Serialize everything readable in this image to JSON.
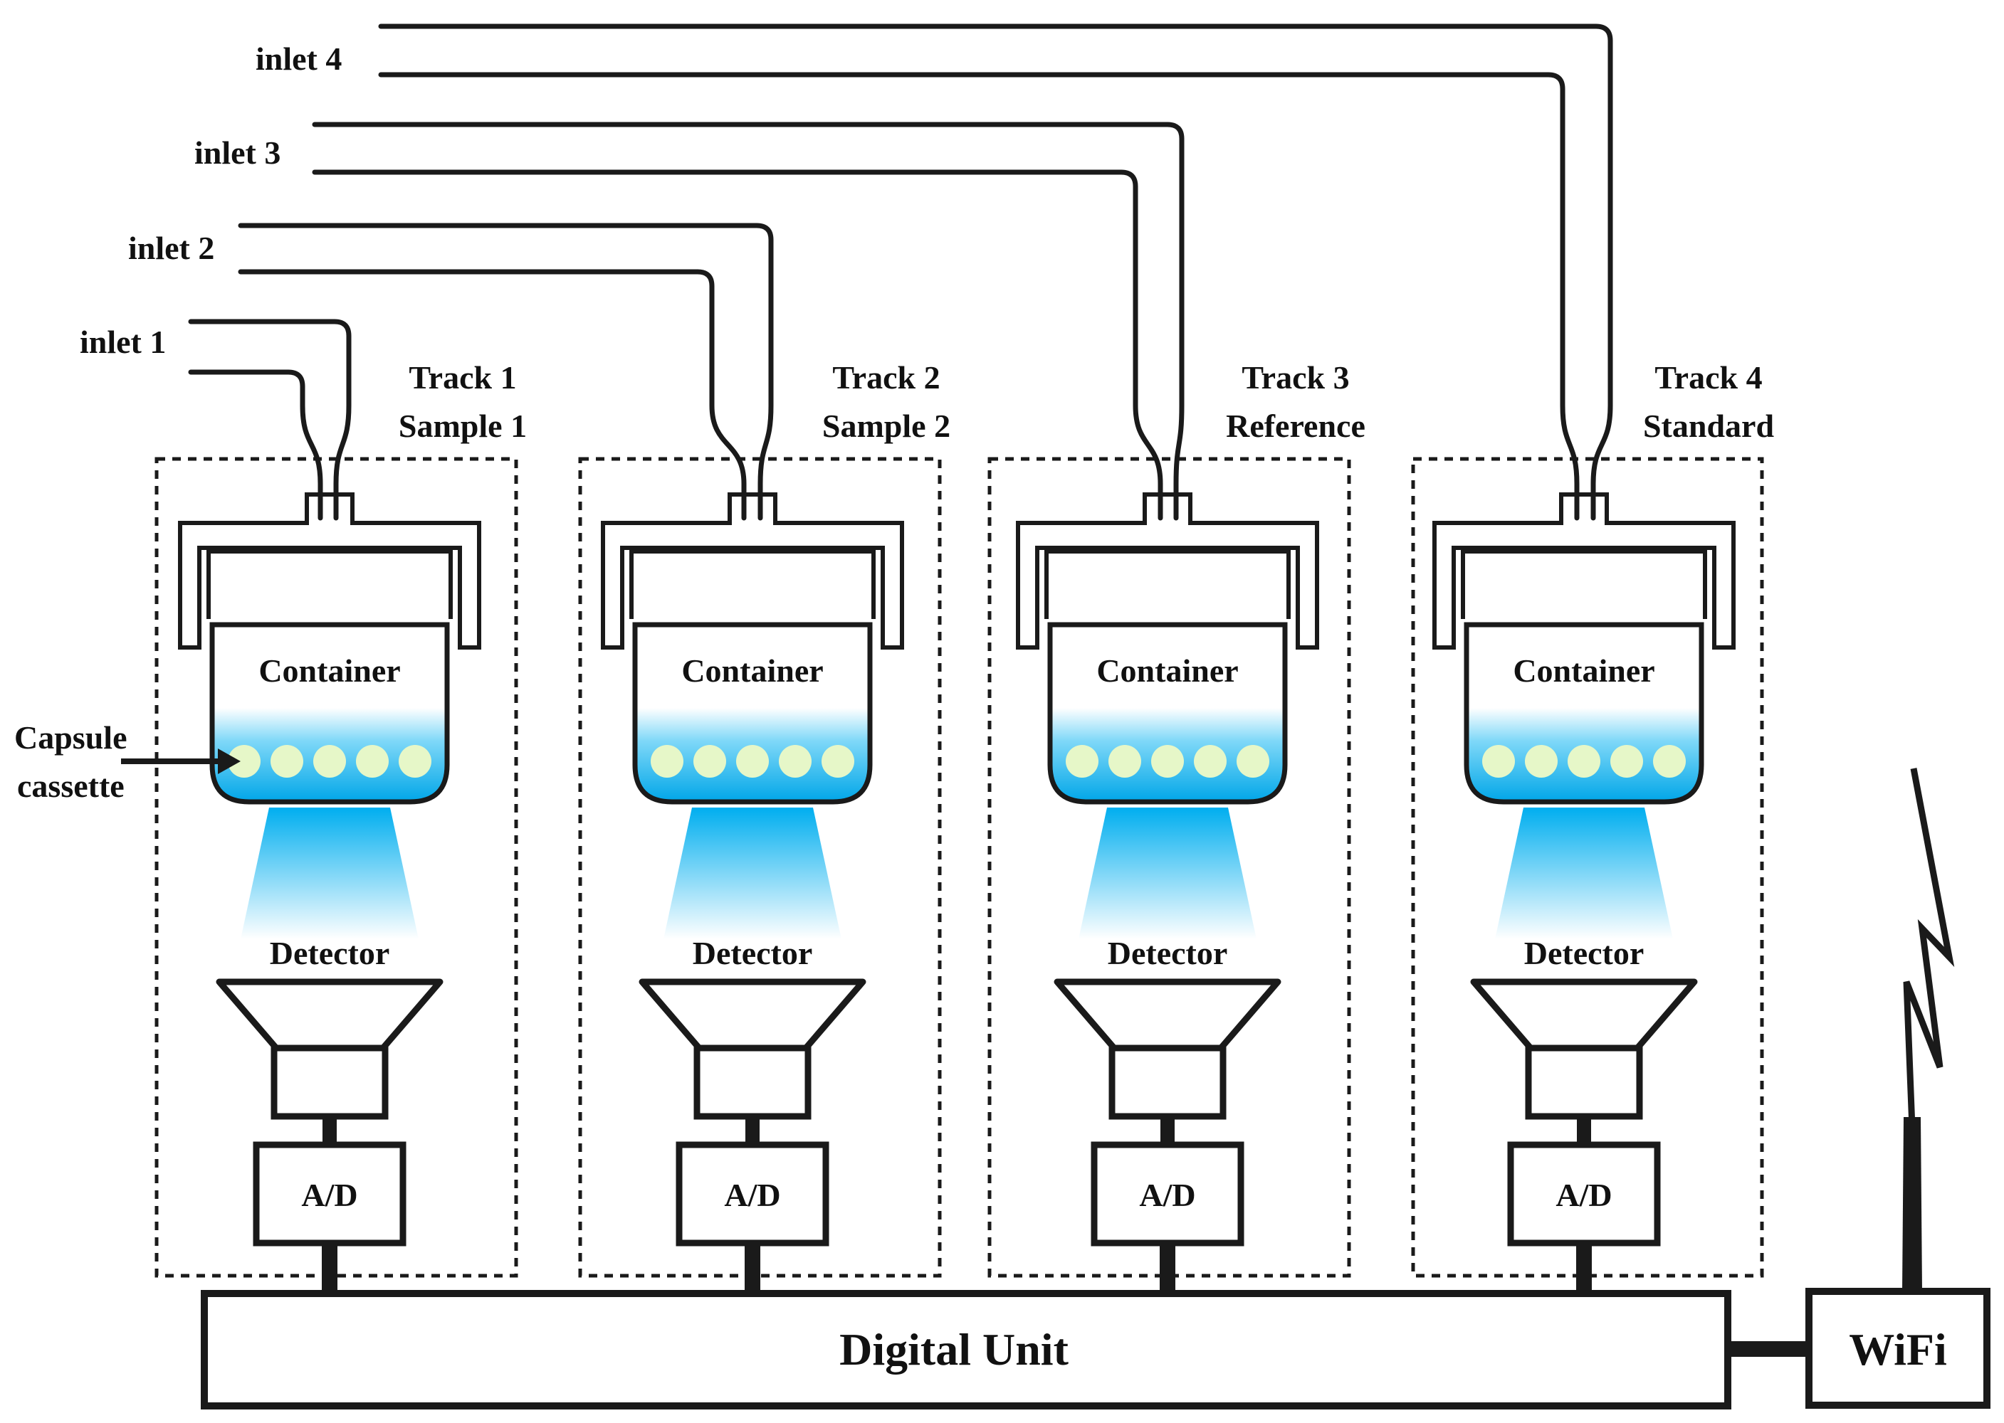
{
  "inlets": [
    "inlet 1",
    "inlet 2",
    "inlet 3",
    "inlet 4"
  ],
  "tracks": [
    {
      "track": "Track 1",
      "role": "Sample 1"
    },
    {
      "track": "Track 2",
      "role": "Sample 2"
    },
    {
      "track": "Track 3",
      "role": "Reference"
    },
    {
      "track": "Track 4",
      "role": "Standard"
    }
  ],
  "container_label": "Container",
  "detector_label": "Detector",
  "adc_label": "A/D",
  "capsule_label": [
    "Capsule",
    "cassette"
  ],
  "digital_unit_label": "Digital Unit",
  "wifi_label": "WiFi",
  "colors": {
    "liquid": "#00aeef",
    "capsule": "#e6f7c8",
    "beam": "#00aeef",
    "line": "#1a1a1a"
  }
}
